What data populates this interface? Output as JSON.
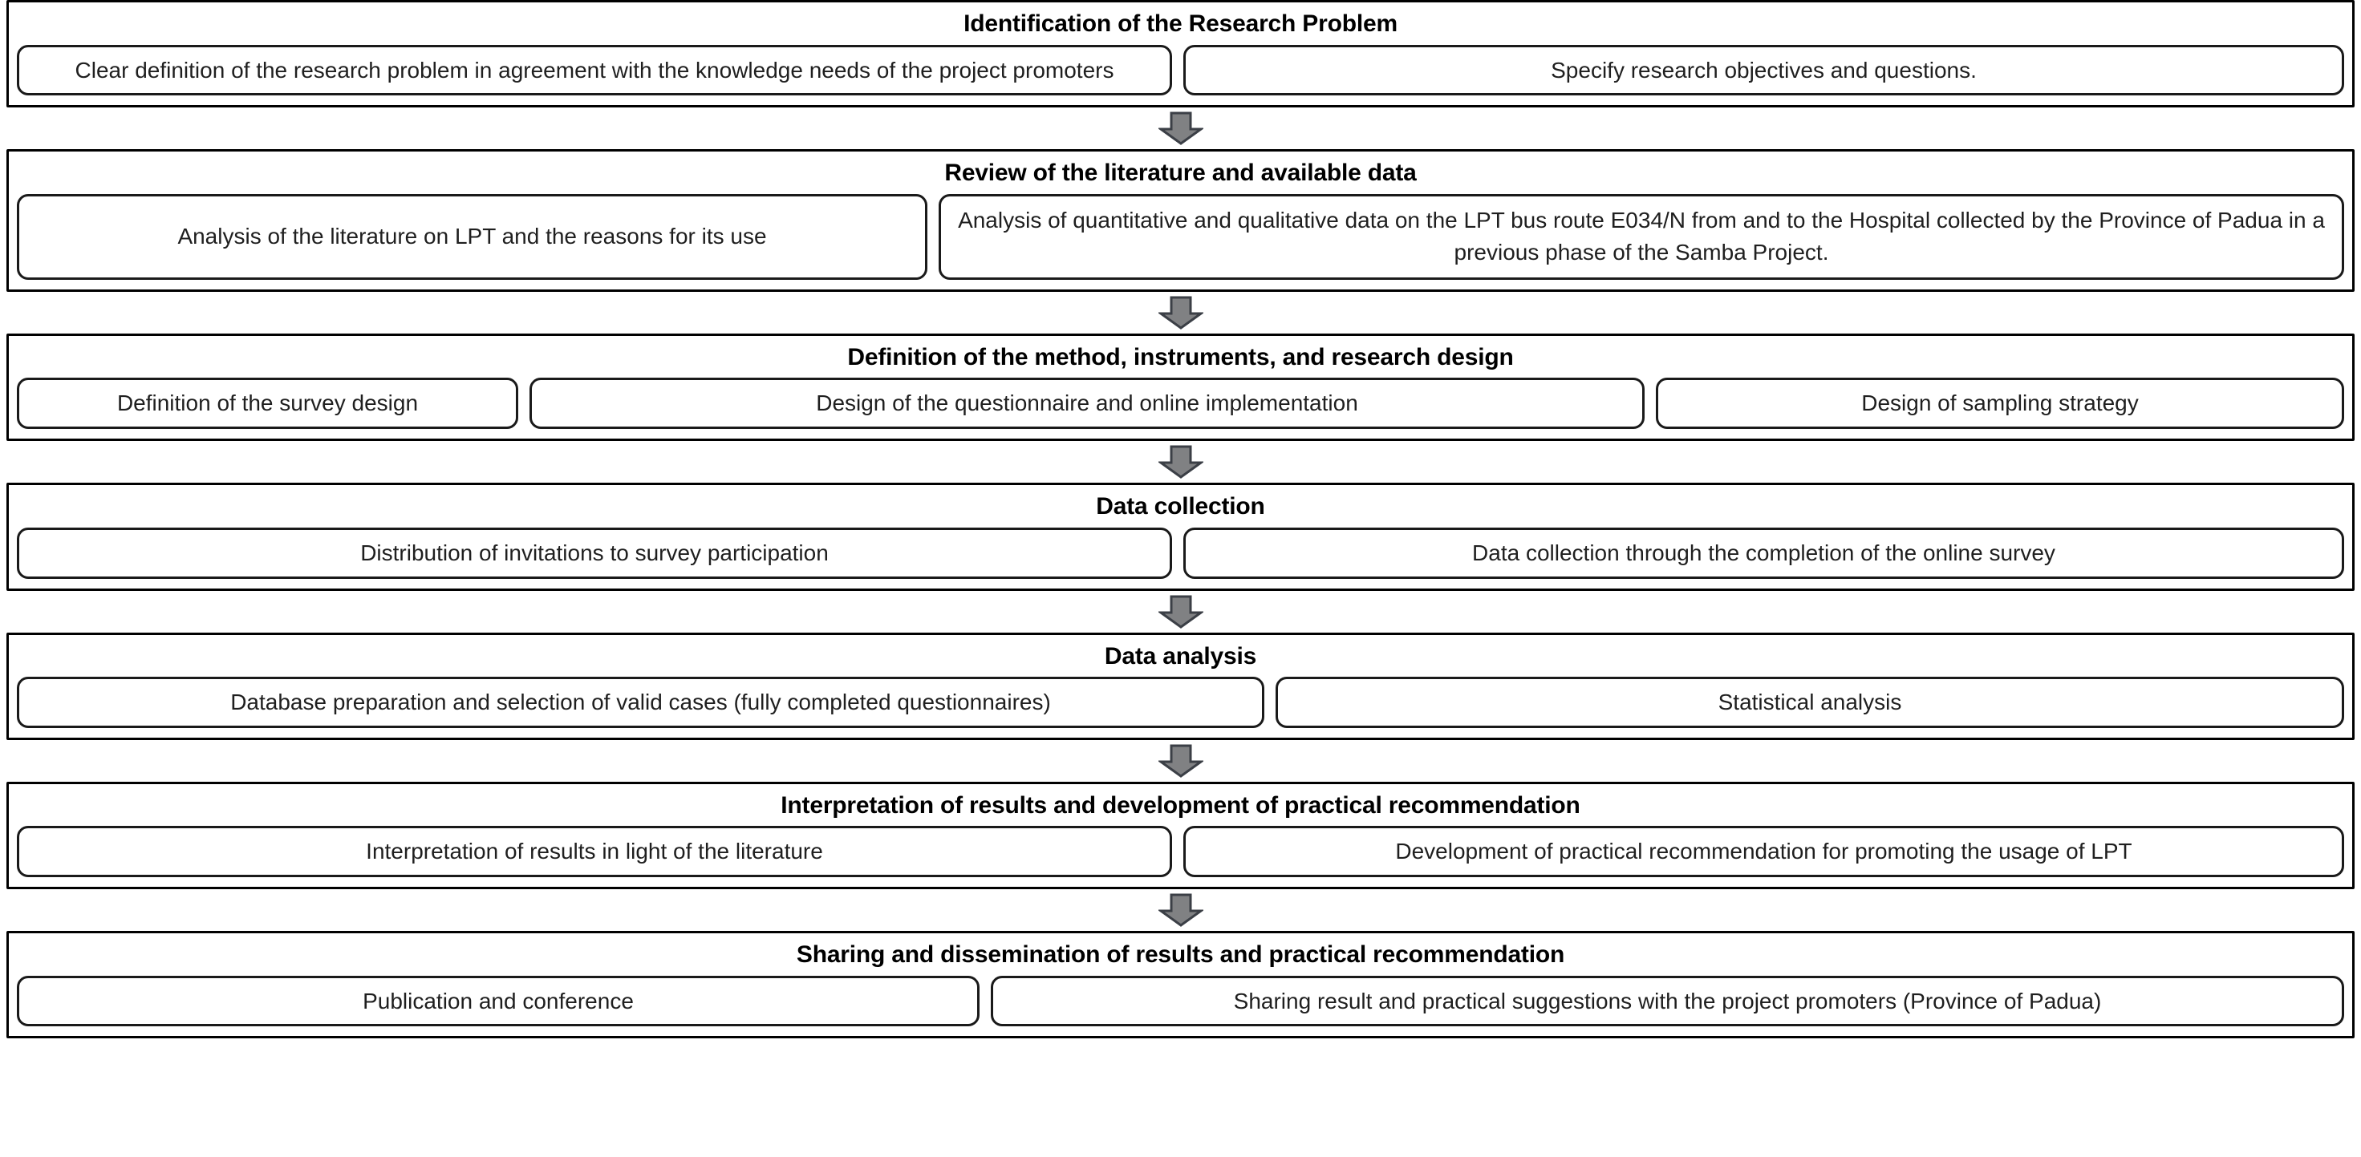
{
  "diagram": {
    "title": "Research process flowchart",
    "arrow_icon": "arrow-down-icon",
    "colors": {
      "box_border": "#1a1a1a",
      "stage_border": "#000000",
      "arrow_fill": "#808183",
      "arrow_stroke": "#3b3f46",
      "background": "#ffffff",
      "text": "#1f1f1f"
    },
    "stages": [
      {
        "title": "Identification of the Research Problem",
        "boxes": [
          {
            "text": "Clear definition of the research problem in agreement with the knowledge needs of the project promoters"
          },
          {
            "text": "Specify research objectives and questions."
          }
        ]
      },
      {
        "title": "Review of the literature and available data",
        "boxes": [
          {
            "text": "Analysis of the literature on LPT and the reasons for its use"
          },
          {
            "text": "Analysis of quantitative and qualitative data on the LPT bus route E034/N from and to the Hospital  collected by the Province of Padua in a previous phase of the Samba Project."
          }
        ]
      },
      {
        "title": "Definition of the method, instruments, and research design",
        "boxes": [
          {
            "text": "Definition of the survey design"
          },
          {
            "text": "Design of the questionnaire and online implementation"
          },
          {
            "text": "Design of sampling strategy"
          }
        ]
      },
      {
        "title": "Data collection",
        "boxes": [
          {
            "text": "Distribution of invitations to survey participation"
          },
          {
            "text": "Data collection through the completion of the online survey"
          }
        ]
      },
      {
        "title": "Data analysis",
        "boxes": [
          {
            "text": "Database preparation and selection of valid cases (fully completed questionnaires)"
          },
          {
            "text": "Statistical analysis"
          }
        ]
      },
      {
        "title": "Interpretation of results and development of practical recommendation",
        "boxes": [
          {
            "text": "Interpretation of results in light of the literature"
          },
          {
            "text": "Development of practical recommendation for promoting the usage of LPT"
          }
        ]
      },
      {
        "title": "Sharing and dissemination of results and practical recommendation",
        "boxes": [
          {
            "text": "Publication and conference"
          },
          {
            "text": "Sharing result and practical suggestions with the project promoters (Province of Padua)"
          }
        ]
      }
    ]
  }
}
